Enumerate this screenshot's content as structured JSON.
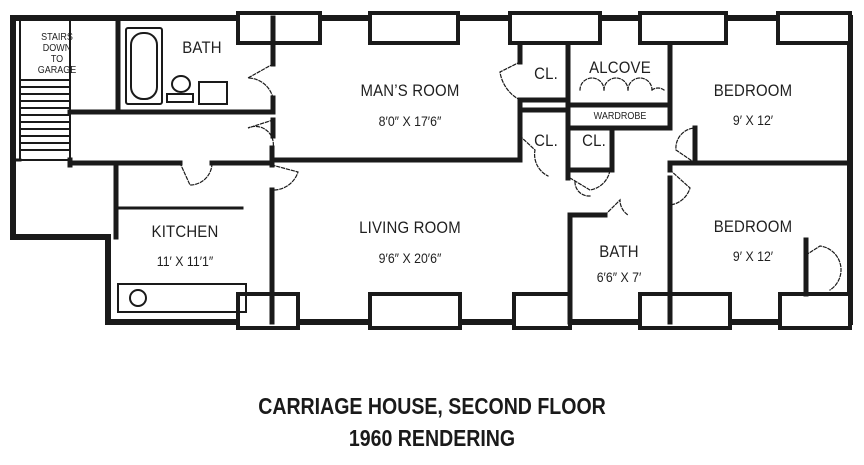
{
  "rooms": {
    "stairs": "STAIRS DOWN TO GARAGE",
    "bath_top": "BATH",
    "mans_room": "MAN’S ROOM",
    "mans_room_dim": "8′0″ X 17′6″",
    "closet_1": "CL.",
    "closet_2": "CL.",
    "closet_3": "CL.",
    "alcove": "ALCOVE",
    "wardrobe": "WARDROBE",
    "bedroom_1": "BEDROOM",
    "bedroom_1_dim": "9′ X 12′",
    "kitchen": "KITCHEN",
    "kitchen_dim": "11′ X 11′1″",
    "living_room": "LIVING ROOM",
    "living_room_dim": "9′6″ X 20′6″",
    "bath_bottom": "BATH",
    "bath_bottom_dim": "6′6″ X 7′",
    "bedroom_2": "BEDROOM",
    "bedroom_2_dim": "9′ X 12′"
  },
  "caption": {
    "line1": "CARRIAGE HOUSE, SECOND FLOOR",
    "line2": "1960 RENDERING"
  },
  "colors": {
    "wall": "#1a1a1a",
    "background": "#ffffff"
  }
}
